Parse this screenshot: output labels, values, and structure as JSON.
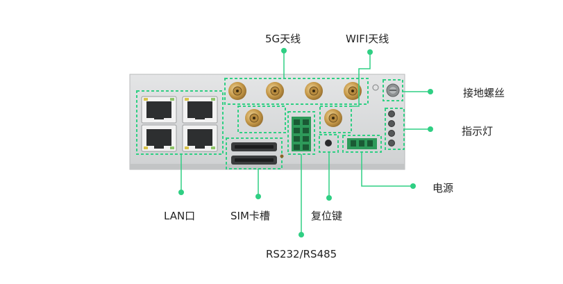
{
  "labels": {
    "antenna_5g": "5G天线",
    "antenna_wifi": "WIFI天线",
    "ground_screw": "接地螺丝",
    "indicator": "指示灯",
    "power": "电源",
    "lan": "LAN口",
    "sim": "SIM卡槽",
    "reset": "复位键",
    "serial": "RS232/RS485"
  },
  "colors": {
    "callout": "#2fcf83",
    "device_panel": "#d9dadb",
    "dashed_box": "#2fcf83",
    "text": "#222222"
  },
  "icons": [
    "rj45-port-icon",
    "sma-connector-icon",
    "terminal-block-icon",
    "sim-slot-icon",
    "led-icon",
    "ground-screw-icon"
  ]
}
